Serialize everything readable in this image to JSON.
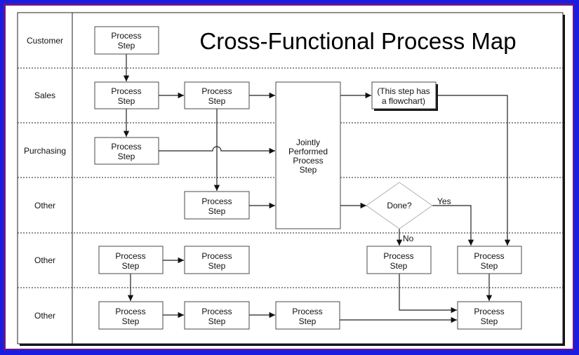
{
  "title": "Cross-Functional Process Map",
  "lanes": [
    {
      "label": "Customer"
    },
    {
      "label": "Sales"
    },
    {
      "label": "Purchasing"
    },
    {
      "label": "Other"
    },
    {
      "label": "Other"
    },
    {
      "label": "Other"
    }
  ],
  "nodes": {
    "customer_step": [
      "Process",
      "Step"
    ],
    "sales_step_1": [
      "Process",
      "Step"
    ],
    "sales_step_2": [
      "Process",
      "Step"
    ],
    "jointly": [
      "Jointly",
      "Performed",
      "Process",
      "Step"
    ],
    "flowchart_step": [
      "(This step has",
      "a flowchart)"
    ],
    "purchasing_step": [
      "Process",
      "Step"
    ],
    "other1_step": [
      "Process",
      "Step"
    ],
    "decision": "Done?",
    "other2_step_1": [
      "Process",
      "Step"
    ],
    "other2_step_2": [
      "Process",
      "Step"
    ],
    "other2_step_3": [
      "Process",
      "Step"
    ],
    "other2_step_4": [
      "Process",
      "Step"
    ],
    "other3_step_1": [
      "Process",
      "Step"
    ],
    "other3_step_2": [
      "Process",
      "Step"
    ],
    "other3_step_3": [
      "Process",
      "Step"
    ],
    "other3_step_4": [
      "Process",
      "Step"
    ]
  },
  "edge_labels": {
    "yes": "Yes",
    "no": "No"
  },
  "colors": {
    "outer_border": "#1c1ce0",
    "inner_border": "#6a1a86",
    "box_stroke": "#4a4a4a",
    "diamond_stroke": "#b0b0b0"
  }
}
